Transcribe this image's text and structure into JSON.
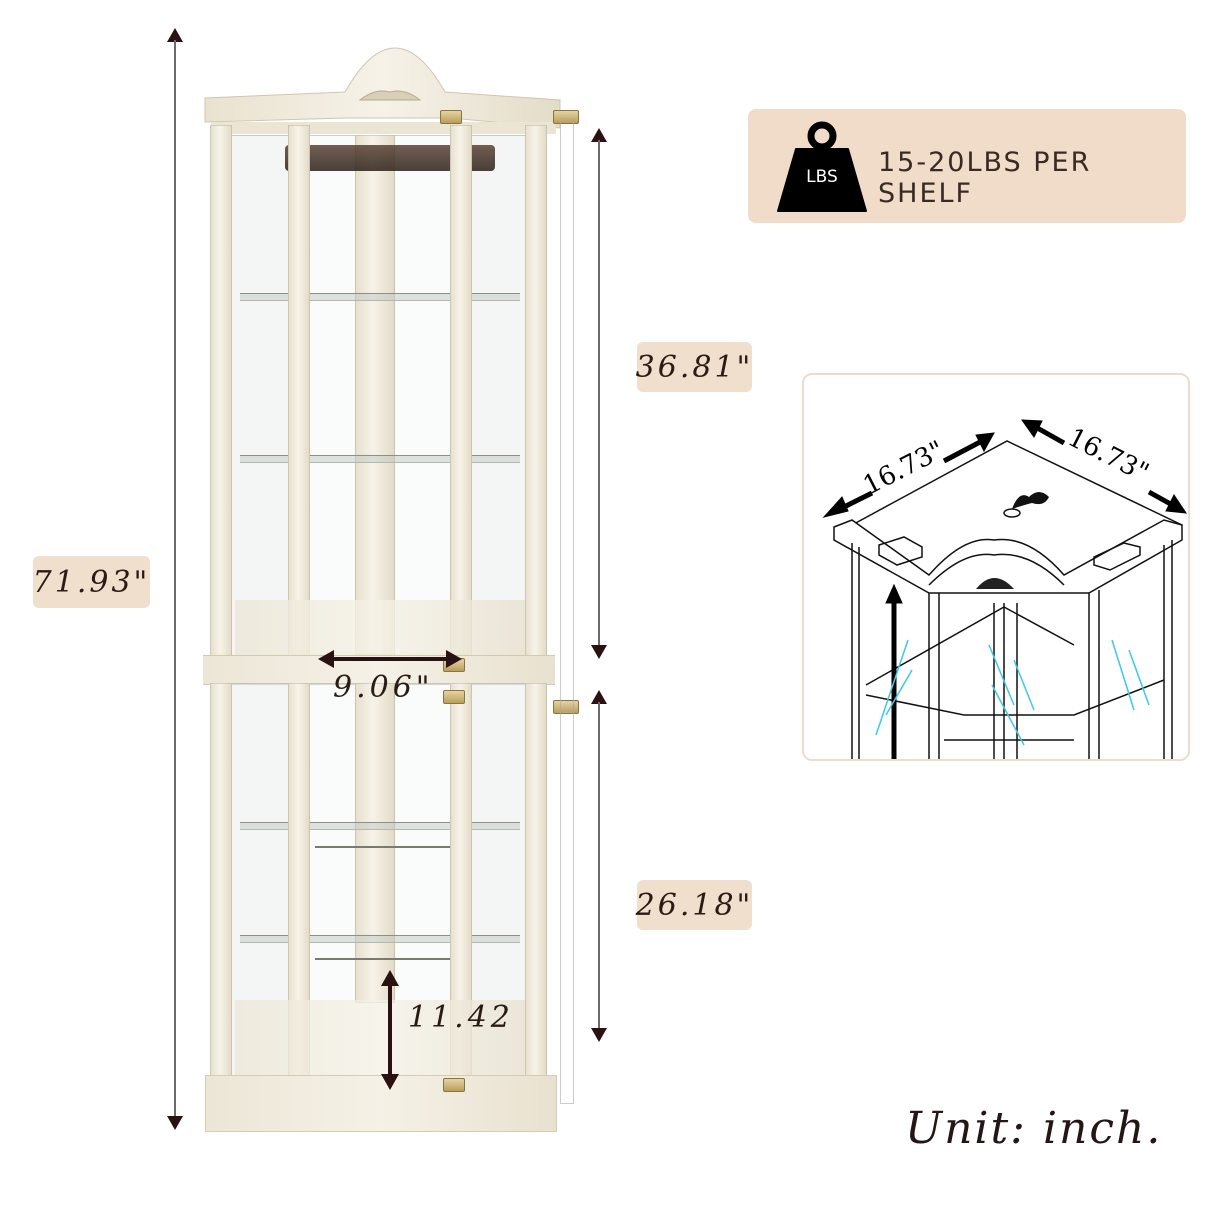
{
  "product": {
    "description": "Corner curio display cabinet with glass doors and shelves",
    "finish_color": "#f1ece0"
  },
  "dimensions": {
    "total_height": {
      "label": "71.93\"",
      "value": 71.93
    },
    "upper_section_height": {
      "label": "36.81\"",
      "value": 36.81
    },
    "lower_section_height": {
      "label": "26.18\"",
      "value": 26.18
    },
    "front_width": {
      "label": "9.06\"",
      "value": 9.06
    },
    "bottom_clearance": {
      "label": "11.42",
      "value": 11.42
    },
    "side_width_left": {
      "label": "16.73\"",
      "value": 16.73
    },
    "side_width_right": {
      "label": "16.73\"",
      "value": 16.73
    }
  },
  "weight_badge": {
    "icon": "weight-icon",
    "icon_label": "LBS",
    "text": "15-20LBS PER SHELF"
  },
  "unit_note": "Unit: inch.",
  "colors": {
    "label_bg": "#f0dfcd",
    "badge_bg": "#f0dcc8",
    "arrow": "#2a1212",
    "text": "#2a1b14",
    "diagram_border": "#ecdccb",
    "glass_highlight": "#3cc8e6"
  }
}
